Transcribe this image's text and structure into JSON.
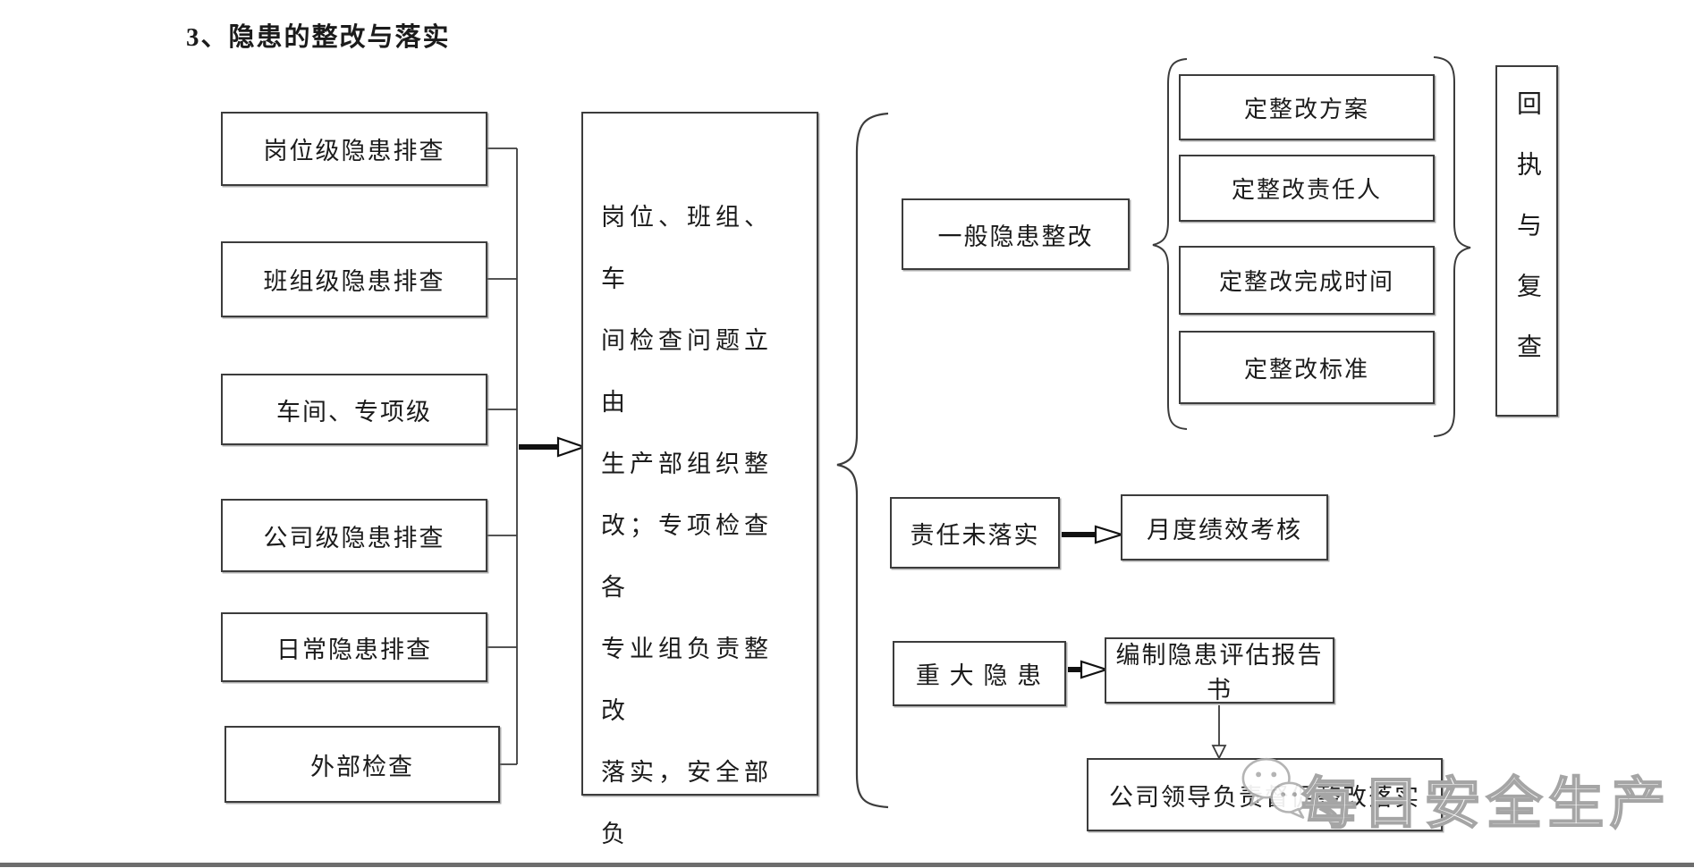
{
  "title": "3、隐患的整改与落实",
  "source_boxes": [
    "岗位级隐患排查",
    "班组级隐患排查",
    "车间、专项级",
    "公司级隐患排查",
    "日常隐患排查",
    "外部检查"
  ],
  "center_box_text": "岗位、班组、车\n间检查问题立由\n生产部组织整\n改；专项检查各\n专业组负责整改\n落实，安全部负\n责监督。其他检\n查由安全部汇总\n落实",
  "general_branch": {
    "label": "一般隐患整改",
    "steps": [
      "定整改方案",
      "定整改责任人",
      "定整改完成时间",
      "定整改标准"
    ],
    "result": "回执与复查"
  },
  "responsibility_branch": {
    "label": "责任未落实",
    "result": "月度绩效考核"
  },
  "major_branch": {
    "label": "重 大 隐 患",
    "report": "编制隐患评估报告书",
    "final": "公司领导负责督促整改落实"
  },
  "watermark": {
    "icon": "wechat-icon",
    "text": "每日安全生产"
  },
  "colors": {
    "line": "#3c3c3c",
    "text": "#1b1b1b",
    "watermark_outline": "#a5a5a5",
    "background": "#ffffff"
  }
}
